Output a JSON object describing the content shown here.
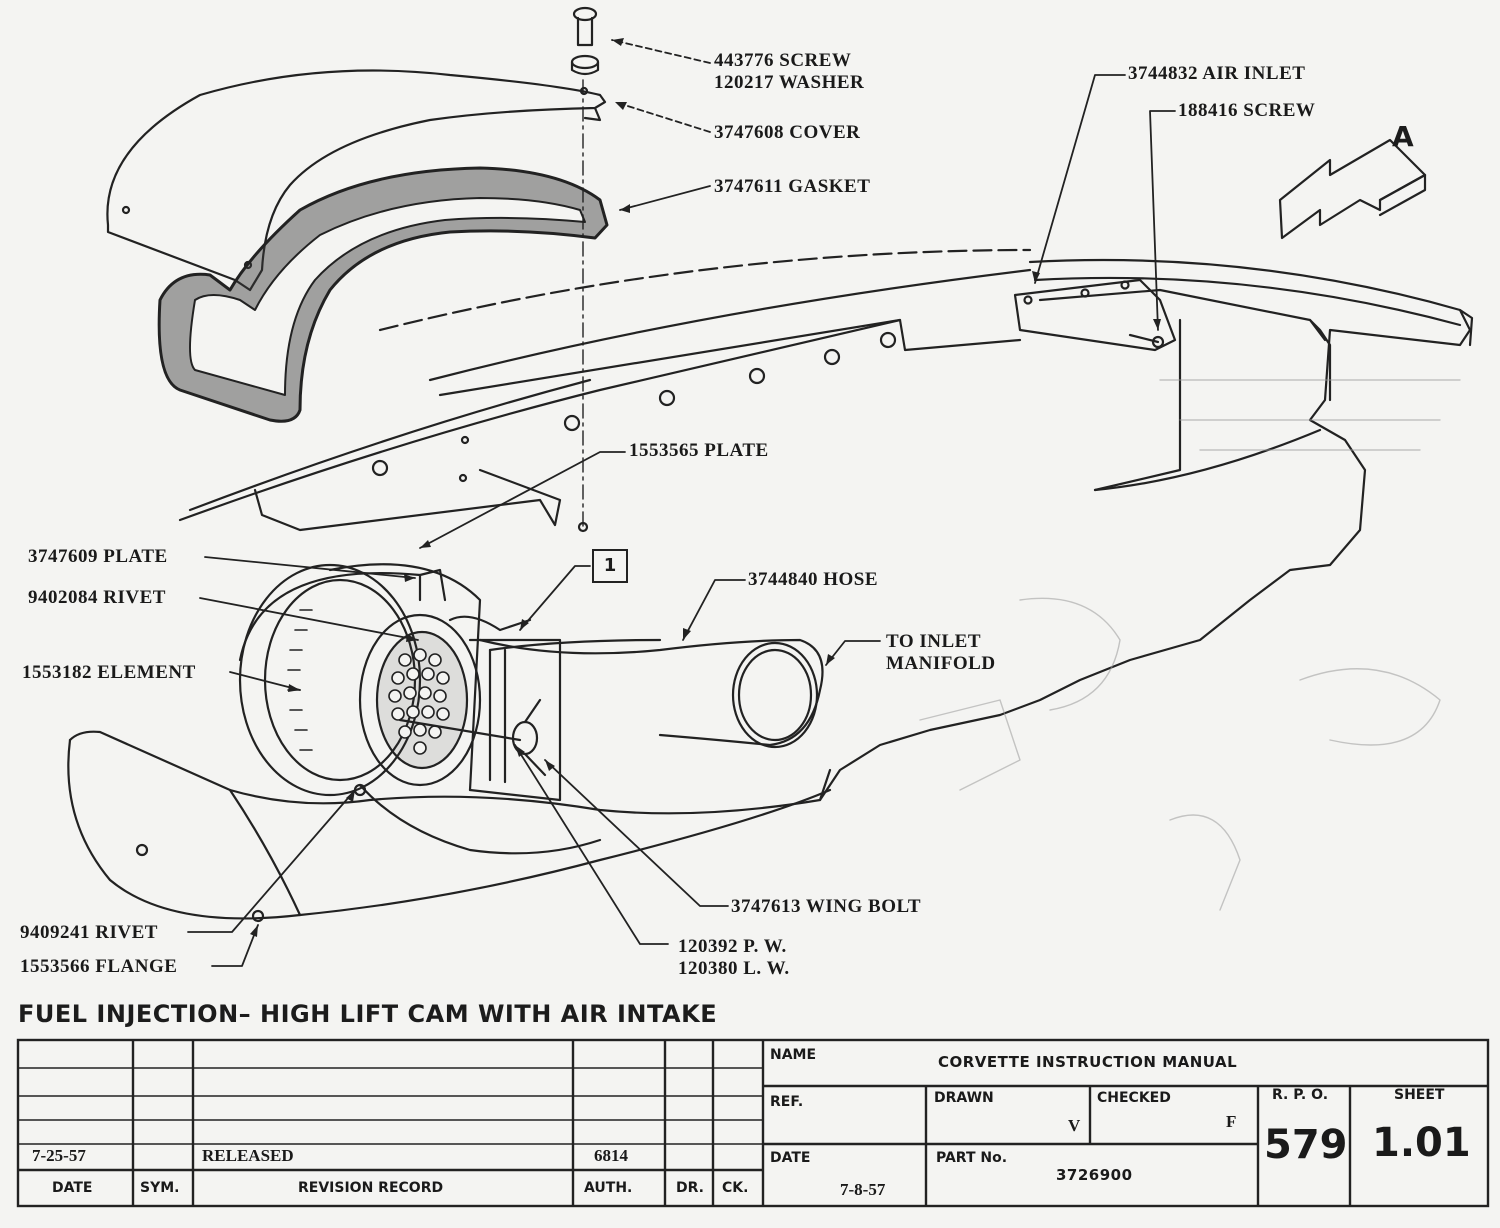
{
  "title": "FUEL INJECTION– HIGH LIFT CAM WITH AIR INTAKE",
  "view_marker": "A",
  "note_box": "1",
  "callouts": {
    "screw_washer": [
      "443776 SCREW",
      "120217 WASHER"
    ],
    "cover": "3747608 COVER",
    "gasket": "3747611 GASKET",
    "air_inlet": "3744832 AIR INLET",
    "screw_188416": "188416 SCREW",
    "plate_1553565": "1553565 PLATE",
    "plate_3747609": "3747609 PLATE",
    "rivet_9402084": "9402084 RIVET",
    "hose": "3744840 HOSE",
    "to_inlet_manifold": [
      "TO INLET",
      "MANIFOLD"
    ],
    "element": "1553182 ELEMENT",
    "wing_bolt": "3747613 WING BOLT",
    "pw_lw": [
      "120392 P. W.",
      "120380 L. W."
    ],
    "rivet_9409241": "9409241 RIVET",
    "flange": "1553566 FLANGE"
  },
  "title_block": {
    "name_label": "NAME",
    "name_value": "CORVETTE INSTRUCTION MANUAL",
    "ref_label": "REF.",
    "drawn_label": "DRAWN",
    "drawn_value": "V",
    "checked_label": "CHECKED",
    "checked_value": "F",
    "rpo_label": "R. P. O.",
    "rpo_value": "579",
    "sheet_label": "SHEET",
    "sheet_value": "1.01",
    "date_label": "DATE",
    "date_value": "7-8-57",
    "part_label": "PART No.",
    "part_value": "3726900"
  },
  "revision_record": {
    "headers": [
      "DATE",
      "SYM.",
      "REVISION RECORD",
      "AUTH.",
      "DR.",
      "CK."
    ],
    "row": {
      "date": "7-25-57",
      "sym": "",
      "description": "RELEASED",
      "auth": "6814",
      "dr": "",
      "ck": ""
    }
  }
}
